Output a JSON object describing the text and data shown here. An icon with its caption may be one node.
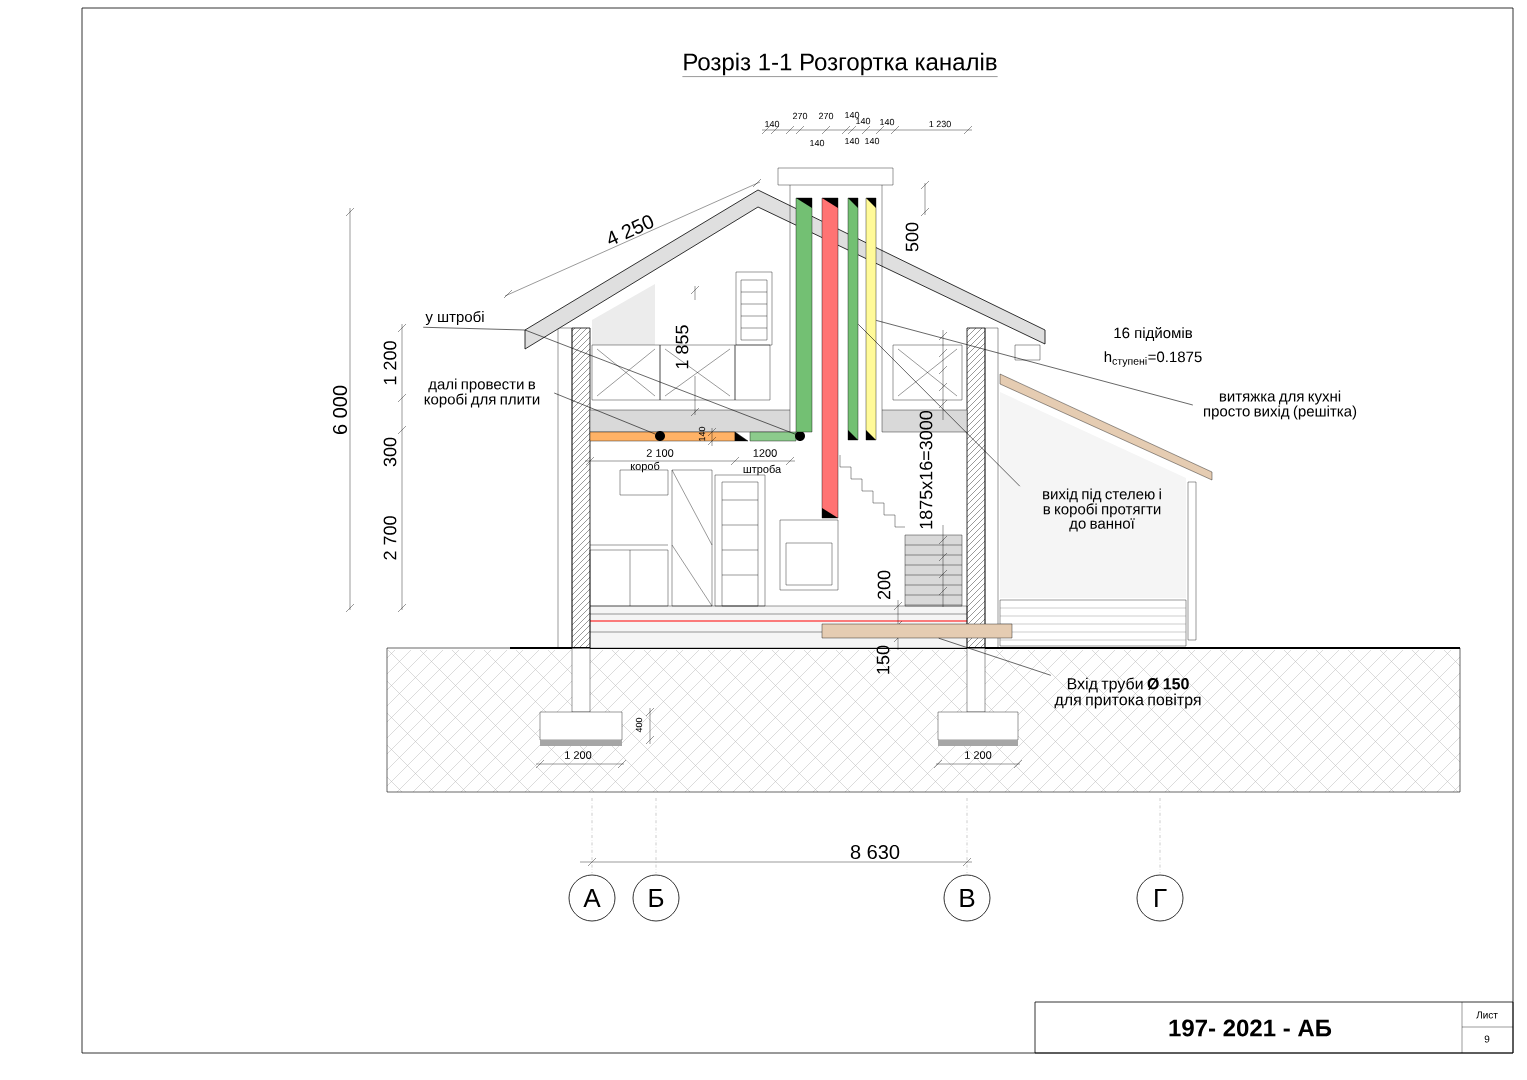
{
  "diagram": {
    "title": "Розріз 1-1 Розгортка каналів",
    "nodes": [
      {
        "text": [
          "у штробі"
        ]
      },
      {
        "text": [
          "далі провести в коробі для плити"
        ]
      },
      {
        "text": [],
        "shape": "circle"
      },
      {
        "text": [],
        "shape": "circle"
      },
      {
        "text": [
          "витяжка для кухні просто вихід (решітка)"
        ]
      },
      {
        "text": [
          "вихід під стелею і в коробі протягти до ванної"
        ]
      },
      {
        "text": [
          "Вхід труби **Ø 150** для притока повітря"
        ]
      },
      {
        "text": [
          "А"
        ]
      },
      {
        "text": [
          "Б"
        ]
      },
      {
        "text": [
          "В"
        ]
      },
      {
        "text": [
          "Г"
        ]
      },
      {
        "text": [],
        "shape": "bar"
      },
      {
        "text": [],
        "shape": "bar"
      },
      {
        "text": [],
        "shape": "bar"
      },
      {
        "text": [],
        "shape": "bar"
      },
      {
        "text": [],
        "shape": "bar"
      }
    ],
    "edges": [
      {
        "from": 0,
        "to": 3,
        "arrow": "none"
      },
      {
        "from": 1,
        "to": 2,
        "arrow": "none"
      },
      {
        "from": 4,
        "to": 14,
        "arrow": "none"
      },
      {
        "from": 5,
        "to": 13,
        "arrow": "none"
      },
      {
        "from": 6,
        "to": 15,
        "arrow": "none"
      }
    ],
    "labels": [
      "140",
      "270",
      "270",
      "140",
      "140",
      "140",
      "1 230",
      "140",
      "140",
      "140",
      "4 250",
      "500",
      "6 000",
      "1 200",
      "1 855",
      "16 підйомів",
      "h$_{ступені}$=0.1875",
      "300",
      "140",
      "2 100",
      "1200",
      "короб",
      "штроба",
      "1875x16=3000",
      "2 700",
      "200",
      "150",
      "400",
      "1 200",
      "1 200",
      "8 630",
      "197- 2021 - АБ",
      "Лист",
      "9"
    ]
  }
}
